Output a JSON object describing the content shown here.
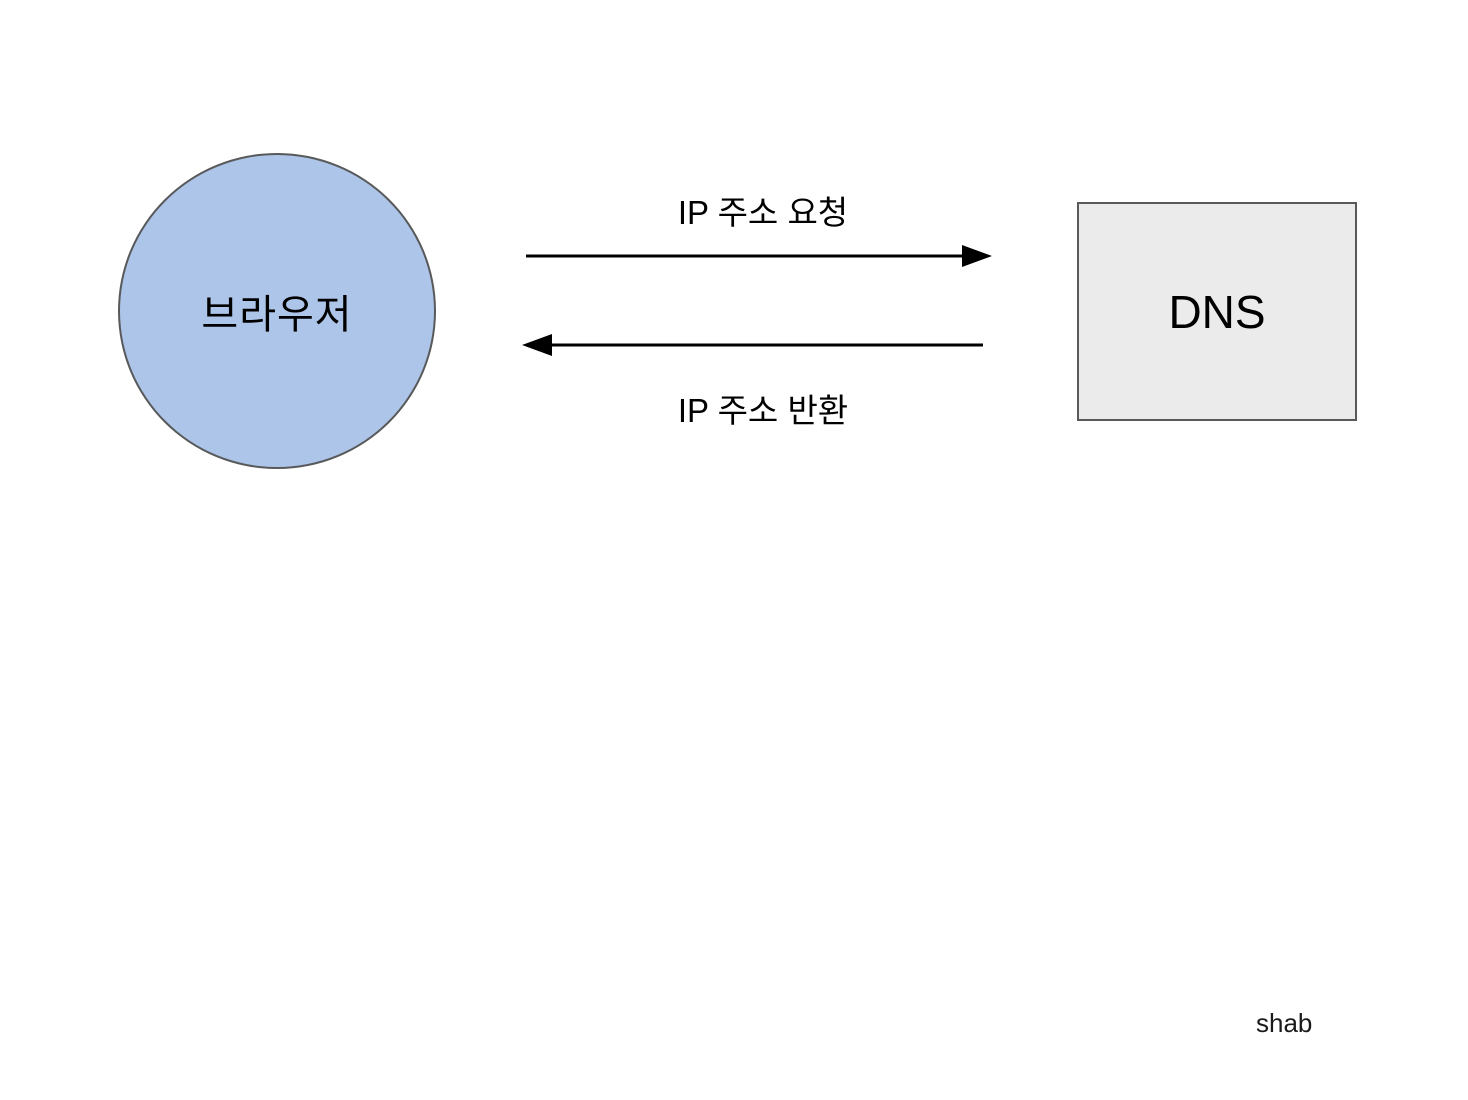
{
  "diagram": {
    "title": "browser-dns-lookup-diagram",
    "nodes": {
      "browser": {
        "label": "브라우저",
        "shape": "circle"
      },
      "dns": {
        "label": "DNS",
        "shape": "rectangle"
      }
    },
    "edges": {
      "request": {
        "label": "IP 주소 요청",
        "from": "browser",
        "to": "dns",
        "direction": "right"
      },
      "response": {
        "label": "IP 주소 반환",
        "from": "dns",
        "to": "browser",
        "direction": "left"
      }
    },
    "watermark": "shab",
    "colors": {
      "background": "#ffffff",
      "browser_fill": "#adc5e8",
      "browser_border": "#58595b",
      "dns_fill": "#ebebeb",
      "dns_border": "#595959",
      "arrow": "#000000",
      "text": "#000000"
    }
  }
}
